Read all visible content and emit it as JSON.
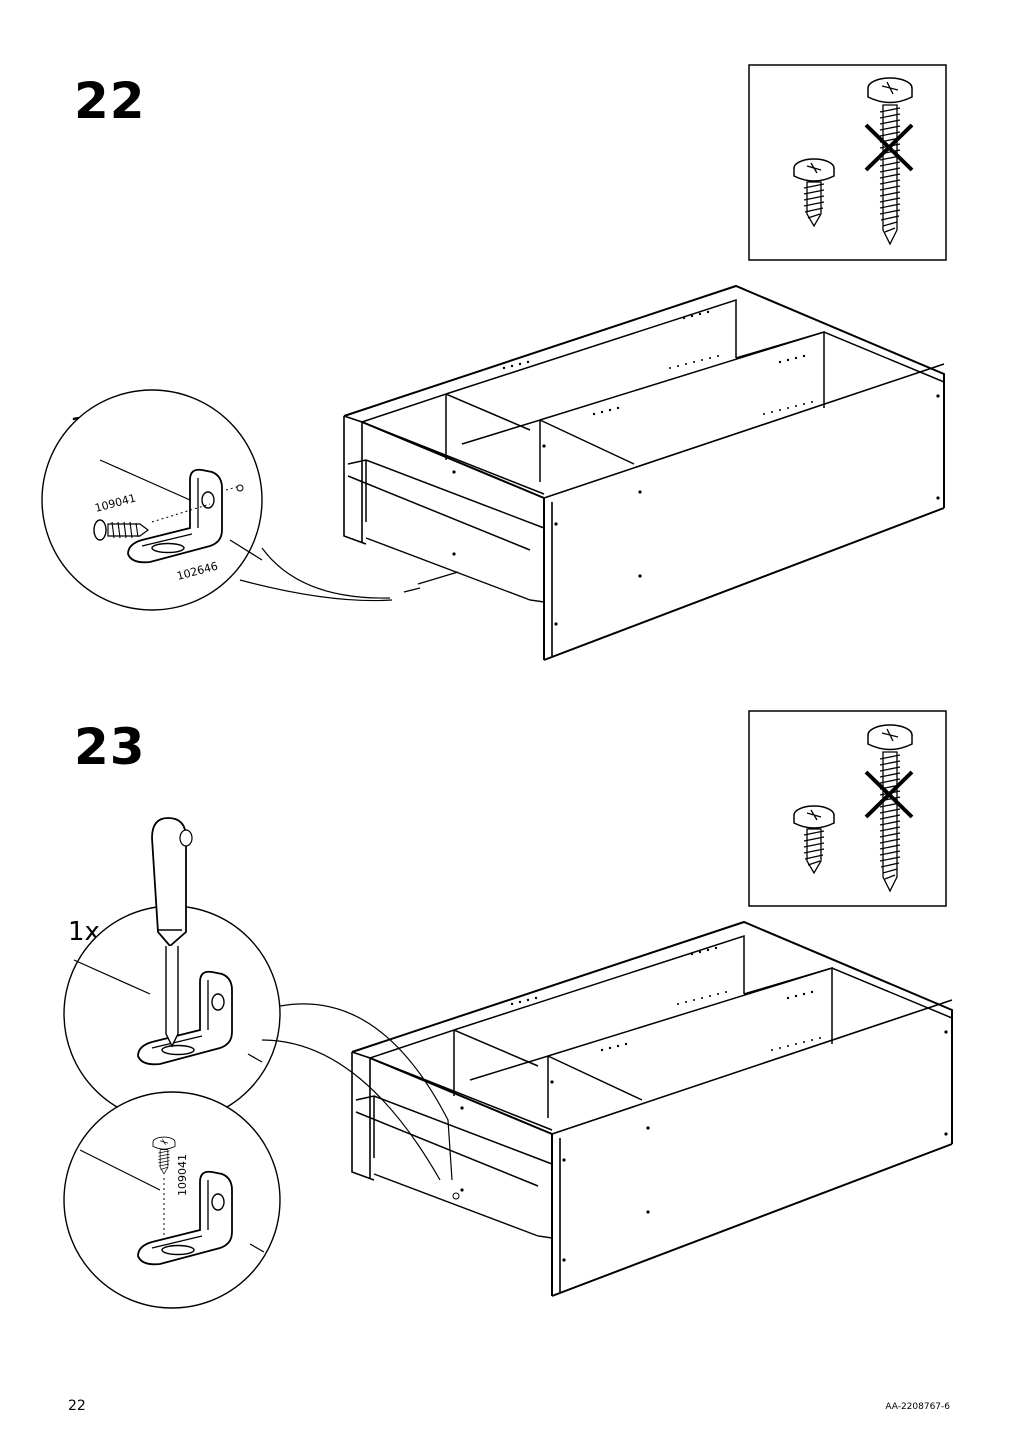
{
  "steps": [
    {
      "number": "22",
      "quantity": "1x",
      "parts": [
        "109041",
        "102646"
      ]
    },
    {
      "number": "23",
      "quantity": "1x",
      "parts": [
        "109041"
      ]
    }
  ],
  "footer": {
    "page_number": "22",
    "doc_code": "AA-2208767-6"
  }
}
